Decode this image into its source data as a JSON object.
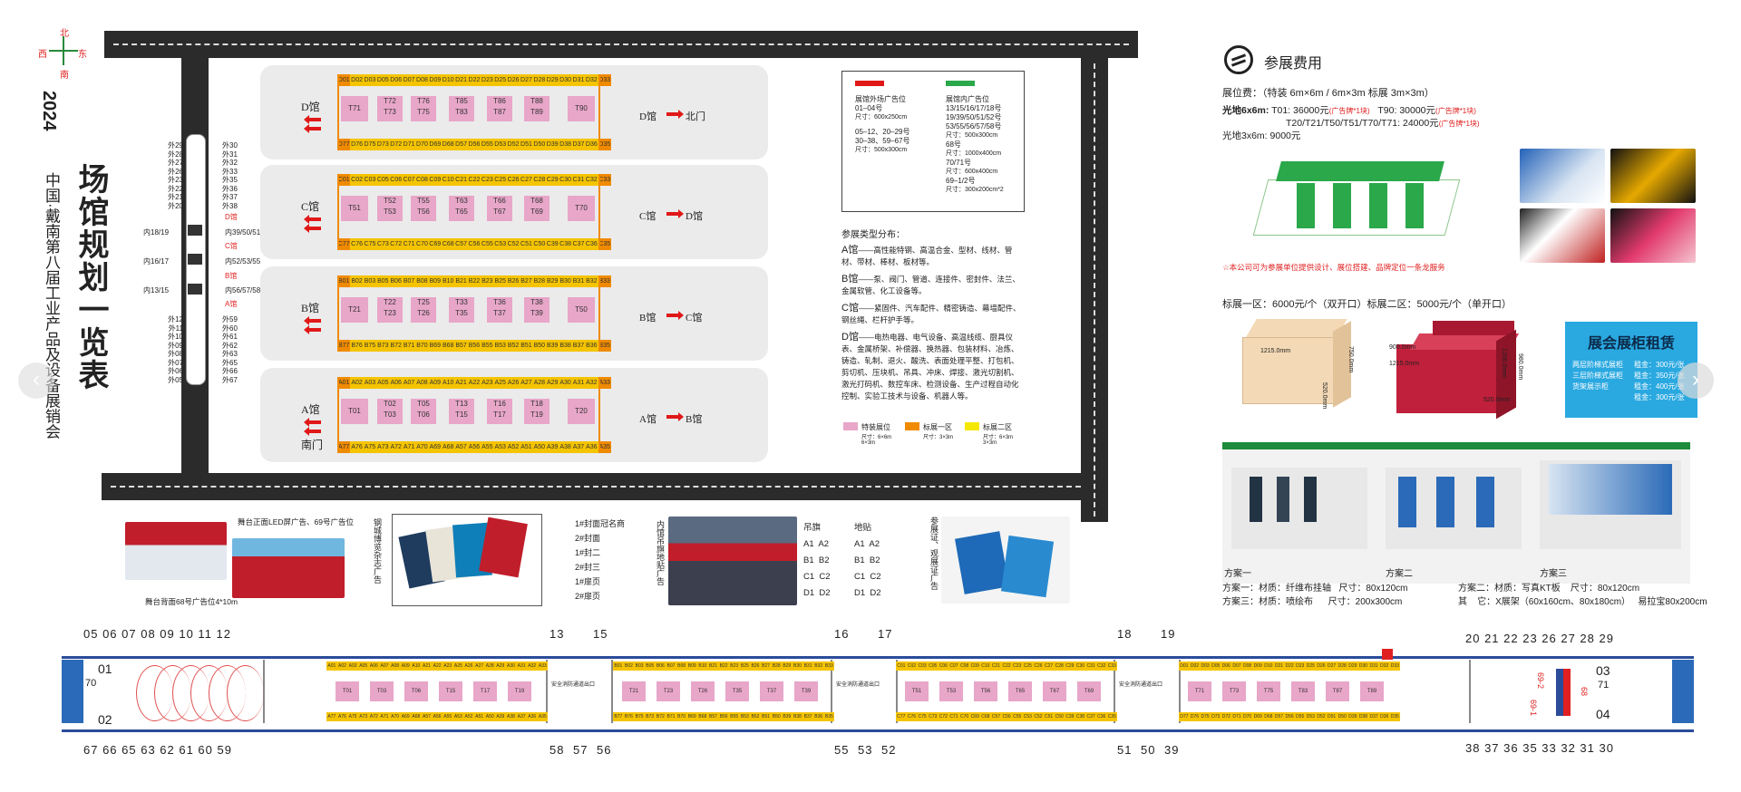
{
  "compass": {
    "north": "北",
    "east": "东",
    "west": "西",
    "south": "南"
  },
  "title": {
    "year": "2024",
    "event": "中国·戴南第八届工业产品及设备展销会",
    "main": "场馆规划一览表"
  },
  "halls": [
    {
      "id": "D",
      "label": "D馆",
      "right_label": "D馆",
      "gate": "北门",
      "top_strip": "D01 D02 D03 D05 D06 D07 D08 D09 D10 D21 D22 D23 D25 D26 D27 D28 D29 D30 D31 D32 D33",
      "bottom_strip": "D77 D76 D75 D73 D72 D71 D70 D69 D68 D57 D56 D55 D53 D52 D51 D50 D39 D38 D37 D36 D35",
      "specials": [
        "T71",
        "T72",
        "T73",
        "T76",
        "T75",
        "T85",
        "T83",
        "T86",
        "T87",
        "T88",
        "T89",
        "T90"
      ]
    },
    {
      "id": "C",
      "label": "C馆",
      "right_label": "C馆",
      "gate": "D馆",
      "top_strip": "C01 C02 C03 C05 C06 C07 C08 C09 C10 C21 C22 C23 C25 C26 C27 C28 C29 C30 C31 C32 C33",
      "bottom_strip": "C77 C76 C75 C73 C72 C71 C70 C69 C68 C57 C56 C55 C53 C52 C51 C50 C39 C38 C37 C36 C35",
      "specials": [
        "T51",
        "T52",
        "T53",
        "T55",
        "T56",
        "T63",
        "T65",
        "T66",
        "T67",
        "T68",
        "T69",
        "T70"
      ]
    },
    {
      "id": "B",
      "label": "B馆",
      "right_label": "B馆",
      "gate": "C馆",
      "top_strip": "B01 B02 B03 B05 B06 B07 B08 B09 B10 B21 B22 B23 B25 B26 B27 B28 B29 B30 B31 B32 B33",
      "bottom_strip": "B77 B76 B75 B73 B72 B71 B70 B69 B68 B57 B56 B55 B53 B52 B51 B50 B39 B38 B37 B36 B35",
      "specials": [
        "T21",
        "T22",
        "T23",
        "T25",
        "T26",
        "T33",
        "T35",
        "T36",
        "T37",
        "T38",
        "T39",
        "T50"
      ]
    },
    {
      "id": "A",
      "label": "A馆",
      "right_label": "A馆",
      "gate": "B馆",
      "entrance": "南门",
      "top_strip": "A01 A02 A03 A05 A06 A07 A08 A09 A10 A21 A22 A23 A25 A26 A27 A28 A29 A30 A31 A32 A33",
      "bottom_strip": "A77 A76 A75 A73 A72 A71 A70 A69 A68 A57 A56 A55 A53 A52 A51 A50 A39 A38 A37 A36 A35",
      "specials": [
        "T01",
        "T02",
        "T03",
        "T05",
        "T06",
        "T13",
        "T15",
        "T16",
        "T17",
        "T18",
        "T19",
        "T20"
      ]
    }
  ],
  "left_corridor": {
    "left_top": [
      "外29",
      "外28",
      "外27",
      "外26",
      "外23",
      "外22",
      "外21",
      "外20"
    ],
    "right_top": [
      "外30",
      "外31",
      "外32",
      "外33",
      "外35",
      "外36",
      "外37",
      "外38"
    ],
    "inner_left": [
      "内18/19",
      "内16/17",
      "内13/15"
    ],
    "inner_right": [
      "D馆",
      "内39/50/51",
      "C馆",
      "内52/53/55",
      "B馆",
      "内56/57/58",
      "A馆"
    ],
    "left_bottom": [
      "外12",
      "外11",
      "外10",
      "外09",
      "外08",
      "外07",
      "外06",
      "外05"
    ],
    "right_bottom": [
      "外59",
      "外60",
      "外61",
      "外62",
      "外63",
      "外65",
      "外66",
      "外67"
    ]
  },
  "ad_box": {
    "outside_title": "展馆外场广告位",
    "outside_items": [
      "01–04号",
      "尺寸：600x250cm",
      "05–12、20–29号",
      "30–38、59–67号",
      "尺寸：500x300cm"
    ],
    "inside_title": "展馆内广告位",
    "inside_items": [
      "13/15/16/17/18号",
      "19/39/50/51/52号",
      "53/55/56/57/58号",
      "尺寸：500x300cm",
      "68号",
      "尺寸：1000x400cm",
      "70/71号",
      "尺寸：600x400cm",
      "69–1/2号",
      "尺寸：300x200cm*2"
    ],
    "colors": {
      "outside": "#e01818",
      "inside": "#2aa84a"
    }
  },
  "categories": {
    "title": "参展类型分布：",
    "items": [
      {
        "hall": "A馆",
        "text": "——高性能特钢、高温合金、型材、线材、管材、带材、棒材、板材等。"
      },
      {
        "hall": "B馆",
        "text": "——泵、阀门、管道、连接件、密封件、法兰、金属软管、化工设备等。"
      },
      {
        "hall": "C馆",
        "text": "——紧固件、汽车配件、精密铸造、幕墙配件、钢丝绳、栏杆护手等。"
      },
      {
        "hall": "D馆",
        "text": "——电热电器、电气设备、高温线缆、厨具仪表、金属桥架、补偿器、换热器、包装材料、冶炼、铸造、轧制、退火、酸洗、表面处理平整、打包机、剪切机、压块机、吊具、冲床、焊接、激光切割机、激光打码机、数控车床、检测设备、生产过程自动化控制、实验工技术与设备、机器人等。"
      }
    ],
    "legend": [
      {
        "label": "特装展位",
        "note": "尺寸：6×6m 6×3m",
        "color": "#e8a6c9"
      },
      {
        "label": "标展一区",
        "note": "尺寸：3×3m",
        "color": "#f08a00"
      },
      {
        "label": "标展二区",
        "note": "尺寸：6×3m 3×3m",
        "color": "#f5e800"
      }
    ]
  },
  "fees": {
    "title": "参展费用",
    "booth_line": "展位费：（特装 6m×6m  /  6m×3m    标展  3m×3m）",
    "line1_label": "光地6x6m:",
    "line1_a": "T01:  36000元",
    "line1_a_note": "(广告牌*1块)",
    "line1_b": "T90:  30000元",
    "line1_b_note": "(广告牌*1块)",
    "line2": "T20/T21/T50/T51/T70/T71:  24000元",
    "line2_note": "(广告牌*1块)",
    "line3": "光地3x6m:  9000元",
    "service_note": "☆本公司可为参展单位提供设计、展位搭建、品牌定位一条龙服务",
    "standard_line": "标展一区：6000元/个（双开口）标展二区：5000元/个（单开口）",
    "dims": [
      "1215.0mm",
      "750.0mm",
      "520.0mm",
      "900.0mm",
      "1215.0mm",
      "1200.0mm",
      "980.0mm",
      "520.0mm"
    ]
  },
  "rental": {
    "title": "展会展柜租赁",
    "items": [
      {
        "name": "两层阶梯式展柜",
        "price": "租金：300元/张"
      },
      {
        "name": "三层阶梯式展柜",
        "price": "租金：350元/张"
      },
      {
        "name": "货架展示柜",
        "price": "租金：400元/张"
      },
      {
        "name": "",
        "price": "租金：300元/张"
      }
    ]
  },
  "plans": {
    "labels": [
      "方案一",
      "方案二",
      "方案三"
    ],
    "line1a": "方案一：材质：纤维布挂轴   尺寸：80x120cm",
    "line1b": "方案二：材质：写真KT板    尺寸：80x120cm",
    "line2a": "方案三：材质：喷绘布      尺寸：200x300cm",
    "line2b": "其    它：X展架（60x160cm、80x180cm）   易拉宝80x200cm"
  },
  "stage": {
    "top": "舞台正面LED屏广告、69号广告位",
    "bottom": "舞台背面68号广告位4*10m"
  },
  "magazine": {
    "side": "钢城博览杂志广告",
    "items": [
      "1#封面冠名商",
      "2#封面",
      "1#封二",
      "2#封三",
      "1#扉页",
      "2#扉页"
    ]
  },
  "hanging": {
    "side": "内馆吊旗地贴广告",
    "head1": "吊旗",
    "head2": "地贴",
    "rows": [
      [
        "A1  A2",
        "A1  A2"
      ],
      [
        "B1  B2",
        "B1  B2"
      ],
      [
        "C1  C2",
        "C1  C2"
      ],
      [
        "D1  D2",
        "D1  D2"
      ]
    ]
  },
  "badge": {
    "side": "参展证、观展证广告"
  },
  "bottom_numbers": {
    "top_left": "05 06 07 08 09 10 11 12",
    "bottom_left": "67 66 65 63 62 61 60 59",
    "g1_top": [
      "13",
      "15"
    ],
    "g1_bottom": [
      "58",
      "57",
      "56"
    ],
    "g2_top": [
      "16",
      "17"
    ],
    "g2_bottom": [
      "55",
      "53",
      "52"
    ],
    "g3_top": [
      "18",
      "19"
    ],
    "g3_bottom": [
      "51",
      "50",
      "39"
    ],
    "top_right": "20 21 22 23 26 27 28 29",
    "bottom_right": "38 37 36 35 33 32 31 30",
    "left_01": "01",
    "left_02": "02",
    "left_70": "70",
    "right_03": "03",
    "right_04": "04",
    "right_71": "71",
    "exit": "安全消防通道出口",
    "marks": [
      "69-2",
      "69-1",
      "68"
    ]
  }
}
